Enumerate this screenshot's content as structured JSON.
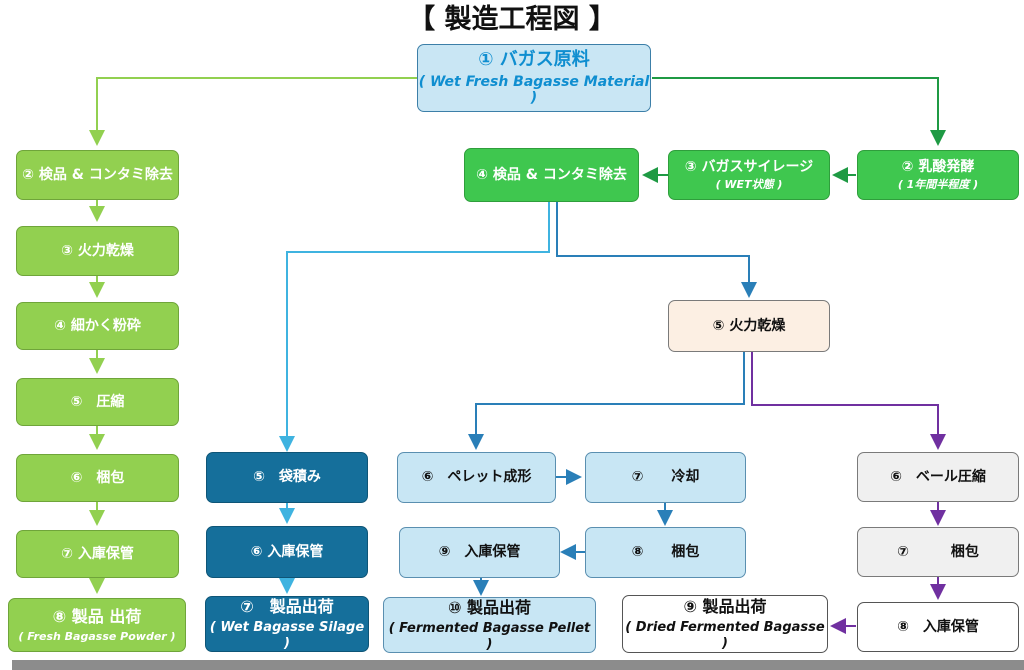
{
  "title": "【 製造工程図 】",
  "root": {
    "label": "① バガス原料",
    "sub": "( Wet Fresh Bagasse Material )"
  },
  "col1": {
    "s2": "② 検品 & コンタミ除去",
    "s3": "③ 火力乾燥",
    "s4": "④ 細かく粉砕",
    "s5": "⑤　圧縮",
    "s6": "⑥　梱包",
    "s7": "⑦ 入庫保管",
    "s8": "⑧ 製品 出荷",
    "s8_sub": "( Fresh Bagasse Powder )"
  },
  "ferment": {
    "lactic": "② 乳酸発酵",
    "lactic_sub": "( 1年間半程度 )",
    "silage": "③ バガスサイレージ",
    "silage_sub": "( WET状態 )",
    "inspect": "④ 検品 & コンタミ除去",
    "dry": "⑤ 火力乾燥"
  },
  "silage_line": {
    "bag": "⑤　袋積み",
    "store": "⑥ 入庫保管",
    "ship": "⑦　製品出荷",
    "ship_sub": "( Wet Bagasse Silage )"
  },
  "pellet_line": {
    "form": "⑥　ペレット成形",
    "cool": "⑦　　冷却",
    "pack": "⑧　　梱包",
    "store": "⑨　入庫保管",
    "ship": "⑩ 製品出荷",
    "ship_sub": "( Fermented  Bagasse Pellet )"
  },
  "bale_line": {
    "compress": "⑥　ベール圧縮",
    "pack": "⑦　　　梱包",
    "store": "⑧　入庫保管",
    "ship": "⑨ 製品出荷",
    "ship_sub": "( Dried Fermented Bagasse )"
  },
  "colors": {
    "light_green": "#92d050",
    "dark_green": "#3fc74f",
    "dark_blue": "#156f9b",
    "light_blue": "#c8e6f4",
    "purple": "#7030a0"
  }
}
